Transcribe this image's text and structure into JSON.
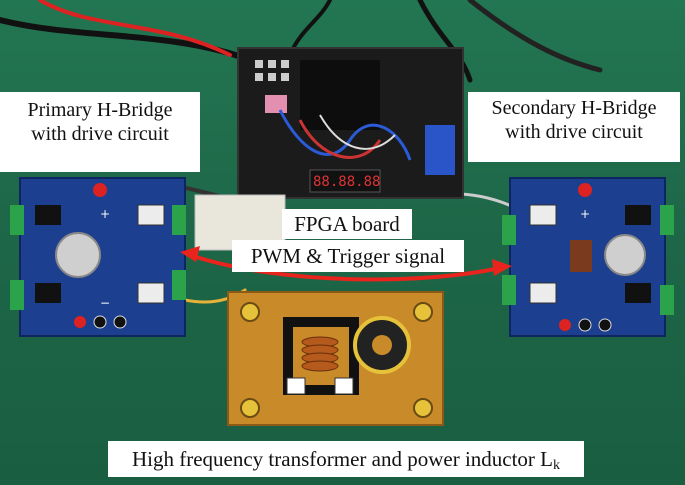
{
  "labels": {
    "primary_line1": "Primary H-Bridge",
    "primary_line2": "with drive circuit",
    "secondary_line1": "Secondary H-Bridge",
    "secondary_line2": "with drive circuit",
    "fpga": "FPGA board",
    "pwm": "PWM & Trigger signal",
    "bottom_main": "High frequency transformer and power inductor L",
    "bottom_sub": "k"
  },
  "colors": {
    "mat_green": "#1f6b4c",
    "pcb_blue": "#1d3f8f",
    "fpga_black": "#1b1b1b",
    "proto_board": "#c98a2a",
    "arrow_red": "#e8241c",
    "label_bg": "#ffffff"
  }
}
